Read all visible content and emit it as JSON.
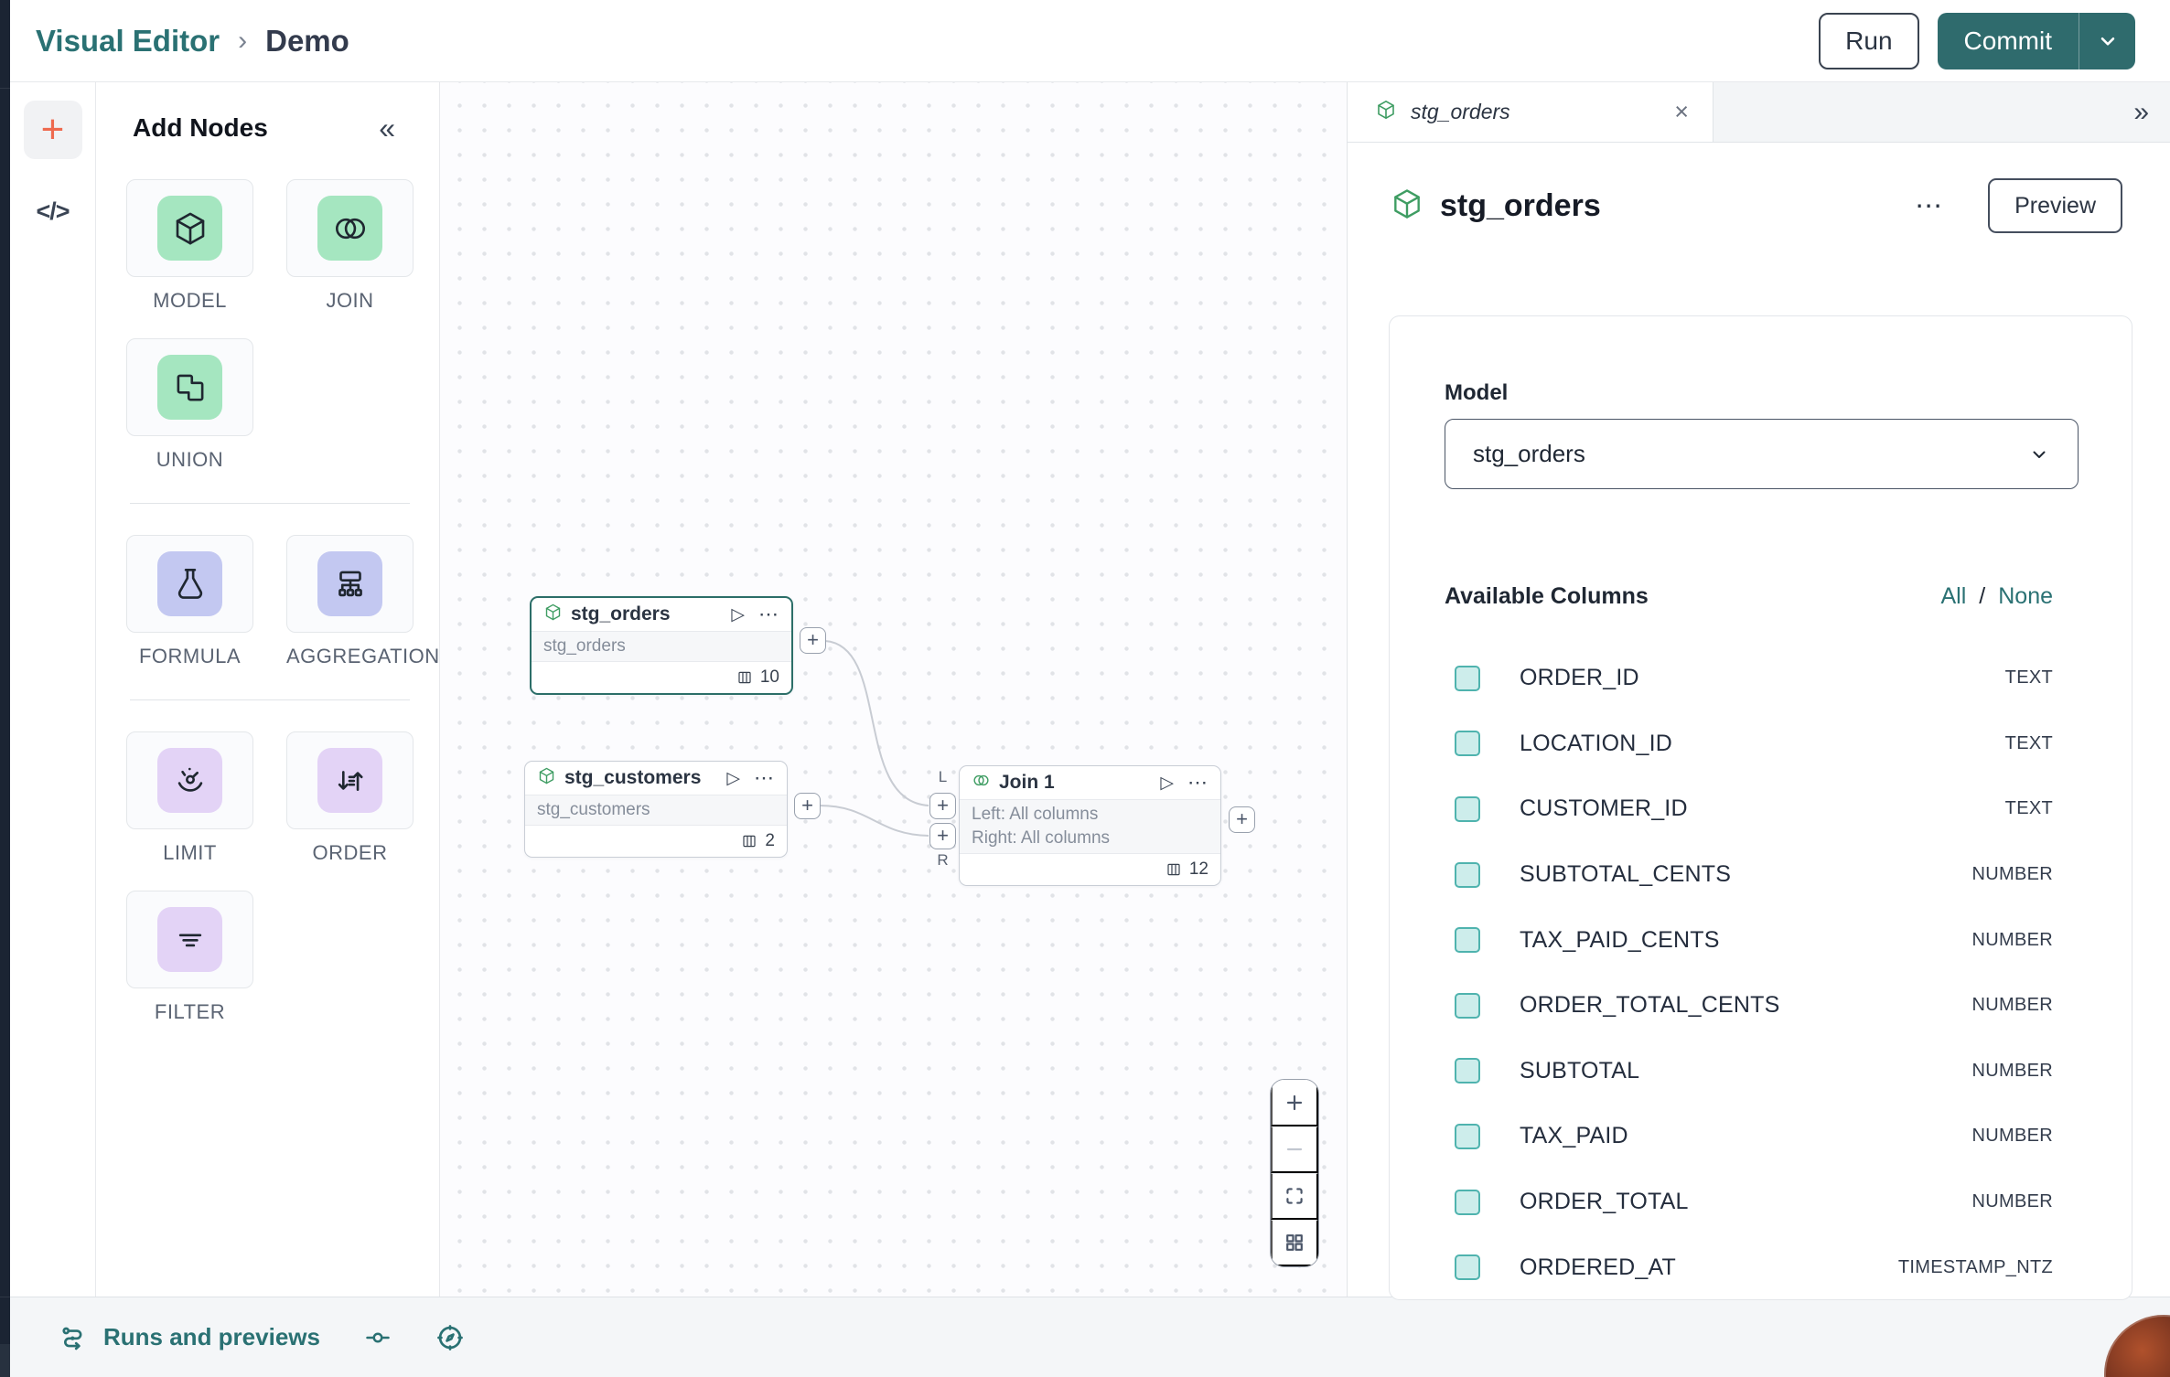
{
  "colors": {
    "brand_teal": "#2F6B6D",
    "link_teal": "#2A7173",
    "accent_coral": "#EE6A4F",
    "selected_node_border": "#2C6E68",
    "node_icon_green": "#3F9D63",
    "tile_green": "#A5E6C0",
    "tile_blue": "#C3C8F1",
    "tile_purple": "#E3D3F6",
    "checkbox_fill": "#CDEDEB",
    "checkbox_border": "#4FB3AE"
  },
  "icons": {
    "plus_handle": "+",
    "rail_plus": "+",
    "more_menu": "⋯",
    "close": "×",
    "collapse_panel": "«",
    "expand_panel": "»",
    "breadcrumb_separator": "›",
    "play": "▷",
    "code": "</>"
  },
  "topbar": {
    "breadcrumb": {
      "app": "Visual Editor",
      "separator": "›",
      "page": "Demo"
    },
    "run_label": "Run",
    "commit_label": "Commit"
  },
  "add_nodes": {
    "title": "Add Nodes",
    "groups": [
      {
        "items": [
          {
            "label": "MODEL",
            "theme": "green",
            "icon_ref": "#icon-cube",
            "name": "palette-item-model"
          },
          {
            "label": "JOIN",
            "theme": "green",
            "icon_ref": "#icon-join",
            "name": "palette-item-join"
          },
          {
            "label": "UNION",
            "theme": "green",
            "icon_ref": "#icon-union",
            "name": "palette-item-union"
          }
        ]
      },
      {
        "items": [
          {
            "label": "FORMULA",
            "theme": "blue",
            "icon_ref": "#icon-flask",
            "name": "palette-item-formula"
          },
          {
            "label": "AGGREGATION",
            "theme": "blue",
            "icon_ref": "#icon-aggregation",
            "name": "palette-item-aggregation"
          }
        ]
      },
      {
        "items": [
          {
            "label": "LIMIT",
            "theme": "purple",
            "icon_ref": "#icon-gauge",
            "name": "palette-item-limit"
          },
          {
            "label": "ORDER",
            "theme": "purple",
            "icon_ref": "#icon-sort",
            "name": "palette-item-order"
          },
          {
            "label": "FILTER",
            "theme": "purple",
            "icon_ref": "#icon-filter",
            "name": "palette-item-filter"
          }
        ]
      }
    ]
  },
  "canvas": {
    "nodes": {
      "stg_orders": {
        "title": "stg_orders",
        "subtitle": "stg_orders",
        "column_count": "10"
      },
      "stg_customers": {
        "title": "stg_customers",
        "subtitle": "stg_customers",
        "column_count": "2"
      },
      "join1": {
        "title": "Join 1",
        "left_line": "Left: All columns",
        "right_line": "Right: All columns",
        "column_count": "12",
        "left_handle_label": "L",
        "right_handle_label": "R"
      }
    }
  },
  "right_panel": {
    "tab": {
      "label": "stg_orders"
    },
    "header": {
      "title": "stg_orders",
      "preview_label": "Preview"
    },
    "model": {
      "label": "Model",
      "value": "stg_orders"
    },
    "columns": {
      "heading": "Available Columns",
      "select_all": "All",
      "separator": "/",
      "select_none": "None",
      "items": [
        {
          "name": "ORDER_ID",
          "type": "TEXT"
        },
        {
          "name": "LOCATION_ID",
          "type": "TEXT"
        },
        {
          "name": "CUSTOMER_ID",
          "type": "TEXT"
        },
        {
          "name": "SUBTOTAL_CENTS",
          "type": "NUMBER"
        },
        {
          "name": "TAX_PAID_CENTS",
          "type": "NUMBER"
        },
        {
          "name": "ORDER_TOTAL_CENTS",
          "type": "NUMBER"
        },
        {
          "name": "SUBTOTAL",
          "type": "NUMBER"
        },
        {
          "name": "TAX_PAID",
          "type": "NUMBER"
        },
        {
          "name": "ORDER_TOTAL",
          "type": "NUMBER"
        },
        {
          "name": "ORDERED_AT",
          "type": "TIMESTAMP_NTZ"
        }
      ]
    }
  },
  "bottom_bar": {
    "runs_label": "Runs and previews"
  }
}
